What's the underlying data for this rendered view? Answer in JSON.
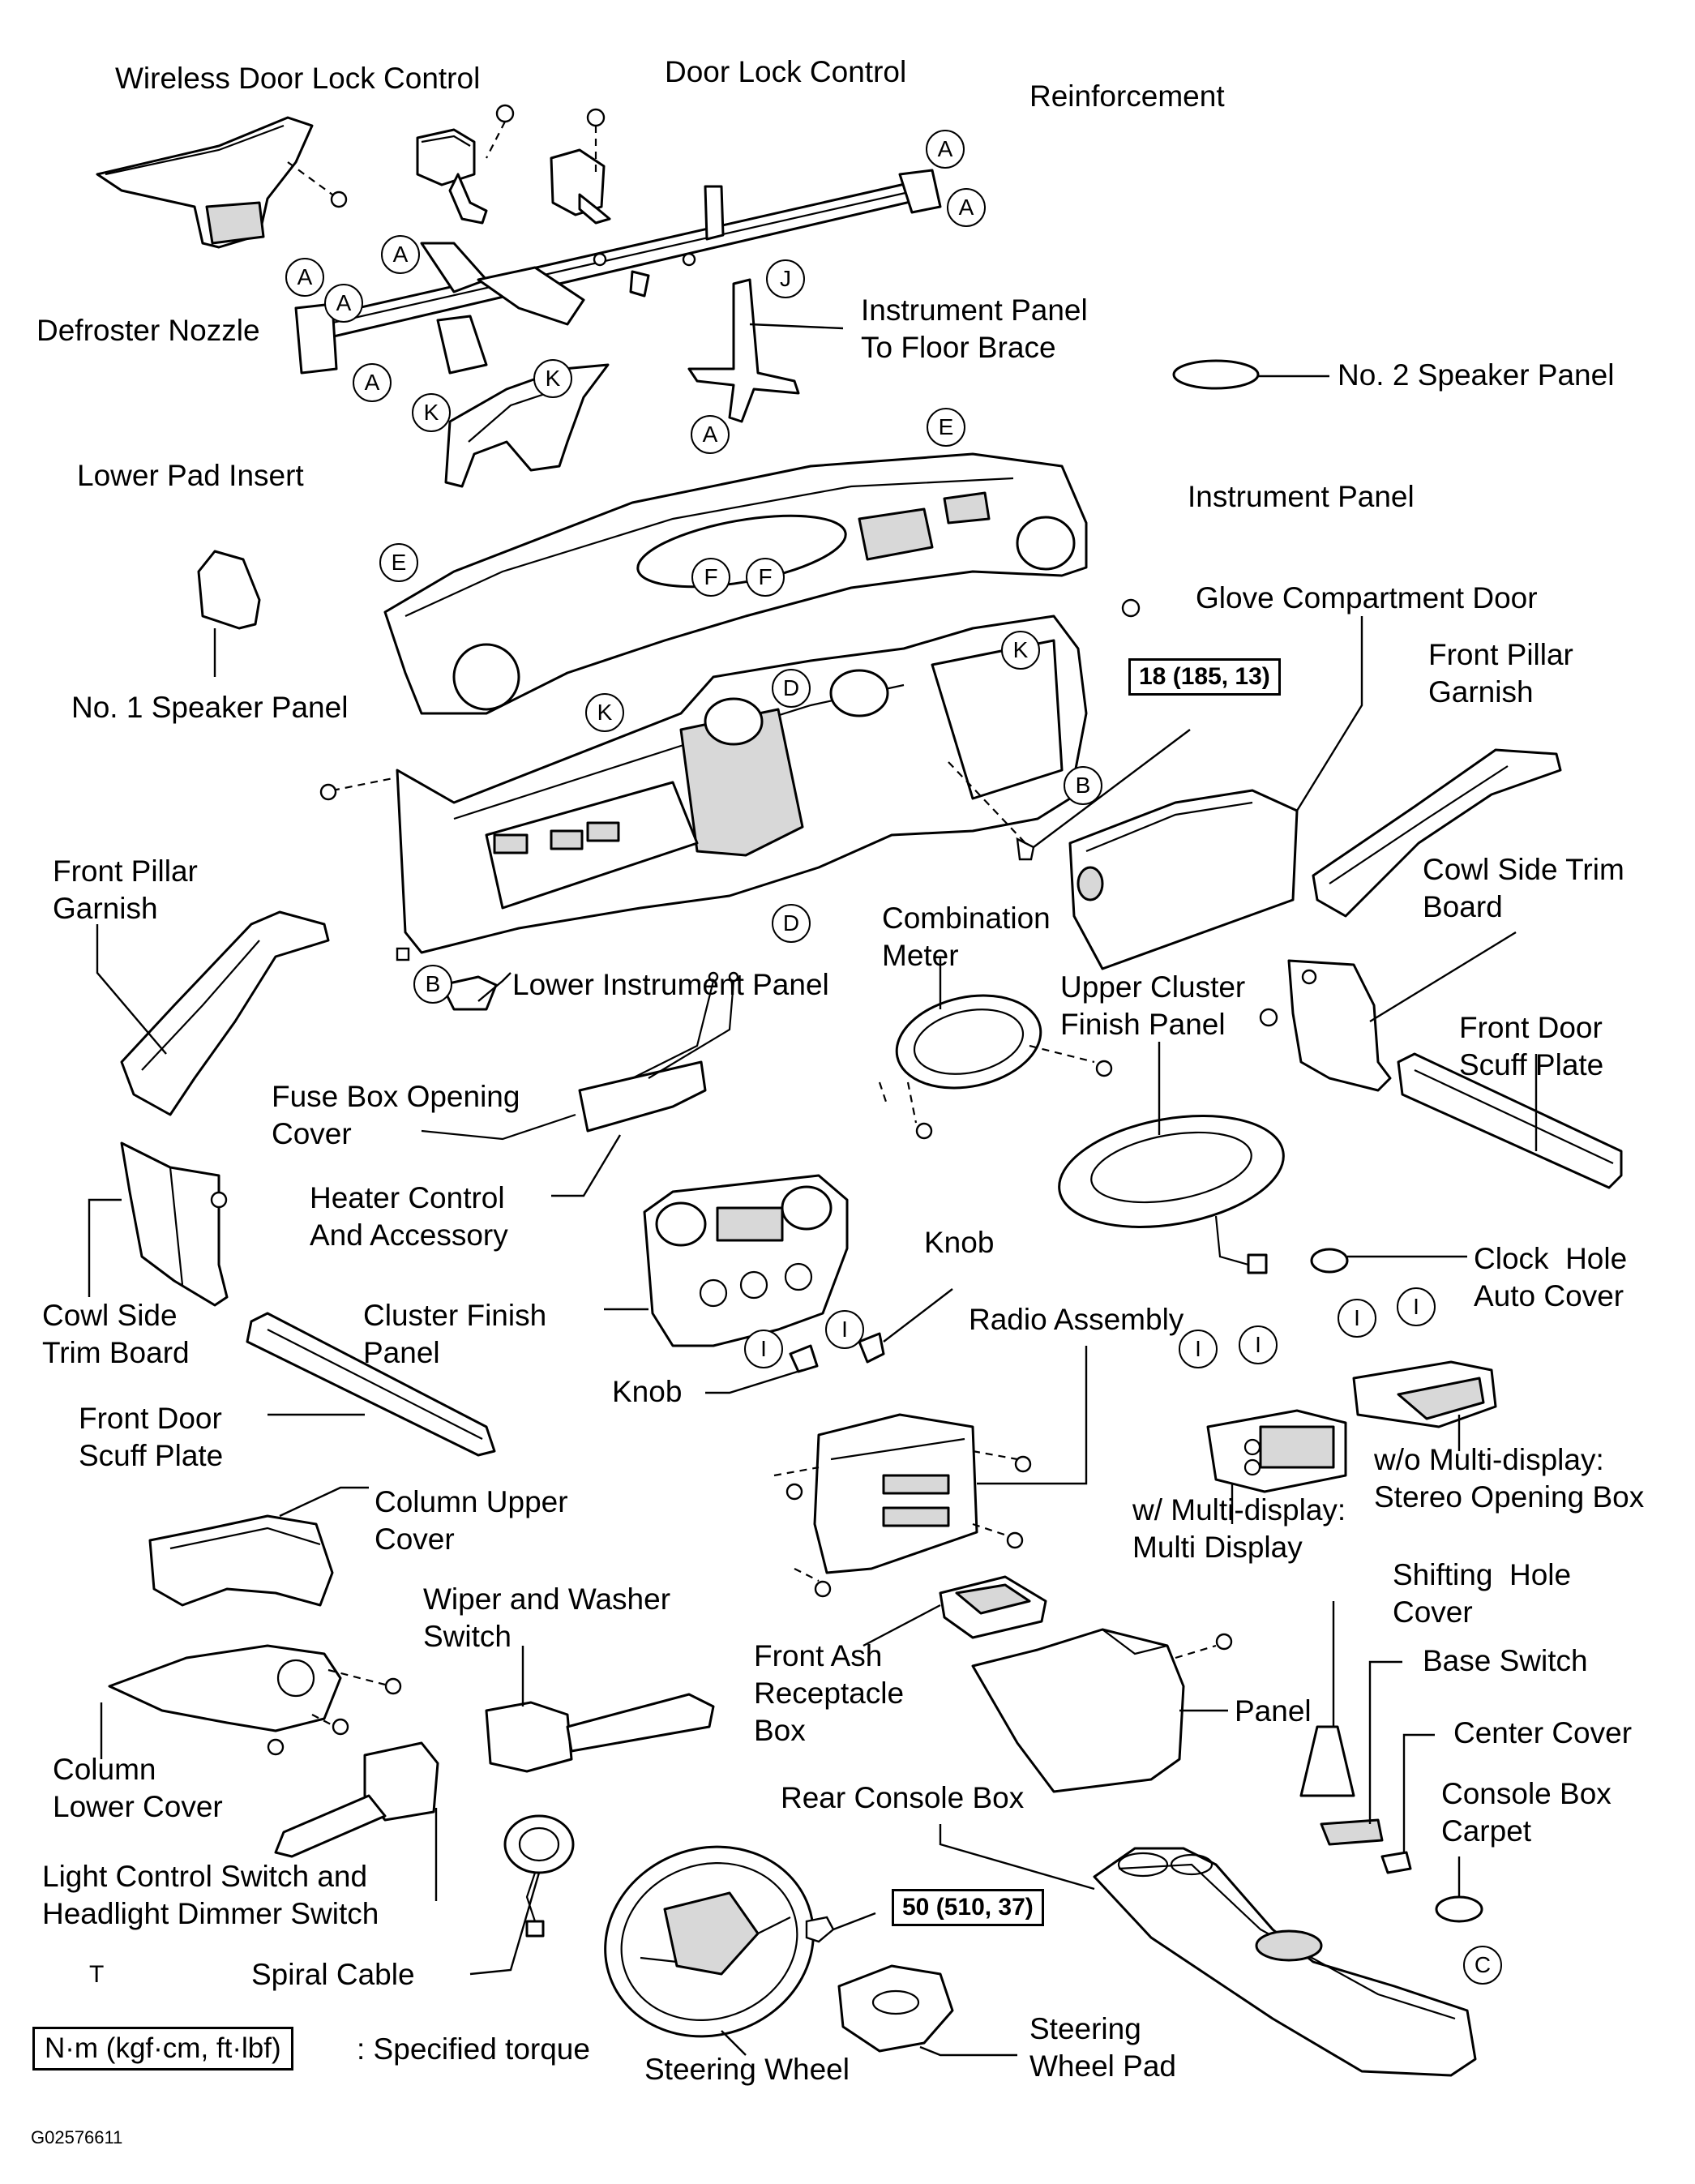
{
  "diagram": {
    "figure_id": "G02576611",
    "labels": {
      "wireless_door_lock_control": "Wireless Door Lock Control",
      "door_lock_control": "Door Lock Control",
      "reinforcement": "Reinforcement",
      "defroster_nozzle": "Defroster Nozzle",
      "instrument_panel_to_floor_brace": "Instrument Panel\nTo Floor Brace",
      "no2_speaker_panel": "No. 2 Speaker Panel",
      "lower_pad_insert": "Lower Pad Insert",
      "instrument_panel": "Instrument Panel",
      "no1_speaker_panel": "No. 1 Speaker Panel",
      "glove_compartment_door": "Glove Compartment Door",
      "front_pillar_garnish_right": "Front Pillar\nGarnish",
      "cowl_side_trim_board_right": "Cowl Side Trim\nBoard",
      "front_pillar_garnish_left": "Front Pillar\nGarnish",
      "lower_instrument_panel": "Lower Instrument Panel",
      "combination_meter": "Combination\nMeter",
      "upper_cluster_finish_panel": "Upper Cluster\nFinish Panel",
      "front_door_scuff_plate_right": "Front Door\nScuff Plate",
      "fuse_box_opening_cover": "Fuse Box Opening\nCover",
      "heater_control_and_accessory": "Heater Control\nAnd Accessory",
      "knob_upper": "Knob",
      "clock_hole_auto_cover": "Clock  Hole\nAuto Cover",
      "cowl_side_trim_board_left": "Cowl Side\nTrim Board",
      "cluster_finish_panel": "Cluster Finish\nPanel",
      "radio_assembly": "Radio Assembly",
      "knob_lower": "Knob",
      "front_door_scuff_plate_left": "Front Door\nScuff Plate",
      "wo_multi_display": "w/o Multi-display:\nStereo Opening Box",
      "w_multi_display": "w/ Multi-display:\nMulti Display",
      "column_upper_cover": "Column Upper\nCover",
      "wiper_and_washer_switch": "Wiper and Washer\nSwitch",
      "shifting_hole_cover": "Shifting  Hole\nCover",
      "base_switch": "Base Switch",
      "front_ash_receptacle_box": "Front Ash\nReceptacle\nBox",
      "center_cover": "Center Cover",
      "panel": "Panel",
      "column_lower_cover": "Column\nLower Cover",
      "console_box_carpet": "Console Box\nCarpet",
      "rear_console_box": "Rear Console Box",
      "light_control_switch": "Light Control Switch and\nHeadlight Dimmer Switch",
      "spiral_cable": "Spiral Cable",
      "steering_wheel_pad": "Steering\nWheel Pad",
      "steering_wheel": "Steering Wheel",
      "stray_mark": "T"
    },
    "torque_specs": {
      "glove_box_bolt": "18 (185, 13)",
      "steering_wheel_nut": "50 (510, 37)"
    },
    "legend": {
      "box": "N·m (kgf·cm, ft·lbf)",
      "text": ": Specified torque"
    },
    "callouts": {
      "A": "A",
      "C": "C",
      "D": "D",
      "E": "E",
      "F": "F",
      "B": "B",
      "I": "I",
      "J": "J",
      "K": "K"
    }
  }
}
